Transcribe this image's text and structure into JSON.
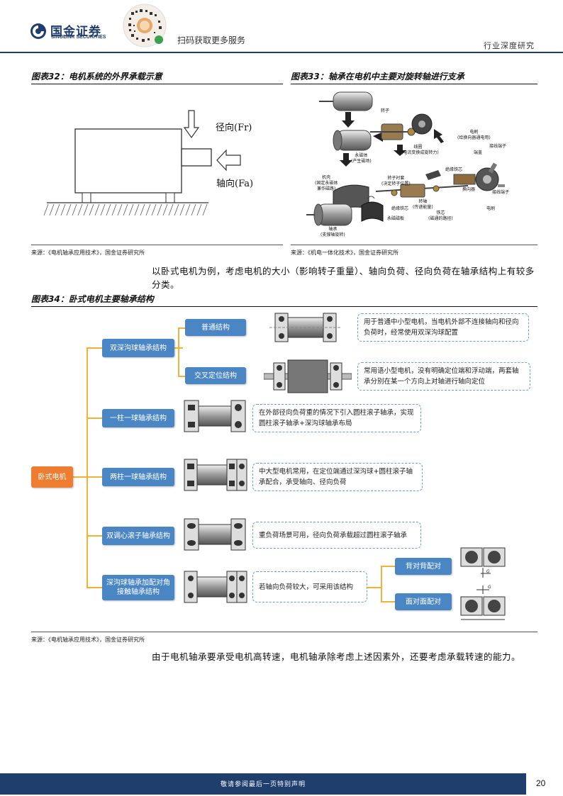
{
  "header": {
    "logo_cn": "国金证券",
    "logo_en": "SINOLINK SECURITIES",
    "scan_text": "扫码获取更多服务",
    "report_type": "行业深度研究"
  },
  "figure32": {
    "title": "图表32：电机系统的外界承载示意",
    "label_radial": "径向(Fr)",
    "label_axial": "轴向(Fa)",
    "source": "来源：《电机轴承应用技术》，国金证券研究所"
  },
  "figure33": {
    "title": "图表33：轴承在电机中主要对旋转轴进行支承",
    "labels": {
      "rotor": "转子",
      "brush": "电刷\n(给换向器通电用)",
      "coil": "线圈\n(把电流变换成旋转力)",
      "magnet": "永磁体\n(产生磁场)",
      "end_cap": "端盖",
      "terminal1": "接线端子",
      "insulating_core": "绝缘铁芯",
      "housing": "机壳\n(固定永磁体\n兼作磁路)",
      "rotor_lining": "转子衬套\n(决定转子位置)",
      "commutator": "换向器",
      "terminal2": "接线端子",
      "brush2": "电刷",
      "shaft": "转轴\n(传递能量)",
      "insulating_core2": "绝缘铁芯",
      "magnet_plate": "永磁磁板",
      "core": "铁芯\n(磁通的路径)",
      "bearing": "轴承\n(支撑轴旋转)"
    },
    "source": "来源：《机电一体化技术》，国金证券研究所"
  },
  "paragraph1": "以卧式电机为例，考虑电机的大小（影响转子重量）、轴向负荷、径向负荷在轴承结构上有较多分类。",
  "figure34": {
    "title": "图表34：卧式电机主要轴承结构",
    "root": "卧式电机",
    "branches": {
      "double_deep": "双深沟球轴承结构",
      "normal": "普通结构",
      "cross": "交叉定位结构",
      "one_col_one_ball": "一柱一球轴承结构",
      "two_col_one_ball": "两柱一球轴承结构",
      "spherical": "双调心滚子轴承结构",
      "deep_angular": "深沟球轴承加配对角接触轴承结构",
      "back_to_back": "背对背配对",
      "face_to_face": "面对面配对"
    },
    "descriptions": {
      "normal": "用于普通中小型电机，当电机外部不连接轴向和径向负荷时，经常使用双深沟球配置",
      "cross": "常用语小型电机，没有明确定位端和浮动端，两套轴承分别在某一个方向上对轴进行轴向定位",
      "one_col_one_ball": "在外部径向负荷重的情况下引入圆柱滚子轴承，实现圆柱滚子轴承+深沟球轴承布局",
      "two_col_one_ball": "中大型电机常用，在定位端通过深沟球+圆柱滚子轴承配合，承受轴向、径向负荷",
      "spherical": "重负荷场景可用，径向负荷承载超过圆柱滚子轴承",
      "deep_angular": "若轴向负荷较大，可采用该结构"
    },
    "gap_label": "G",
    "source": "来源：《电机轴承应用技术》，国金证券研究所"
  },
  "paragraph2": "由于电机轴承要承受电机高转速，电机轴承除考虑上述因素外，还要考虑承载转速的能力。",
  "footer": {
    "disclaimer": "敬请参阅最后一页特别声明",
    "page": "20"
  }
}
